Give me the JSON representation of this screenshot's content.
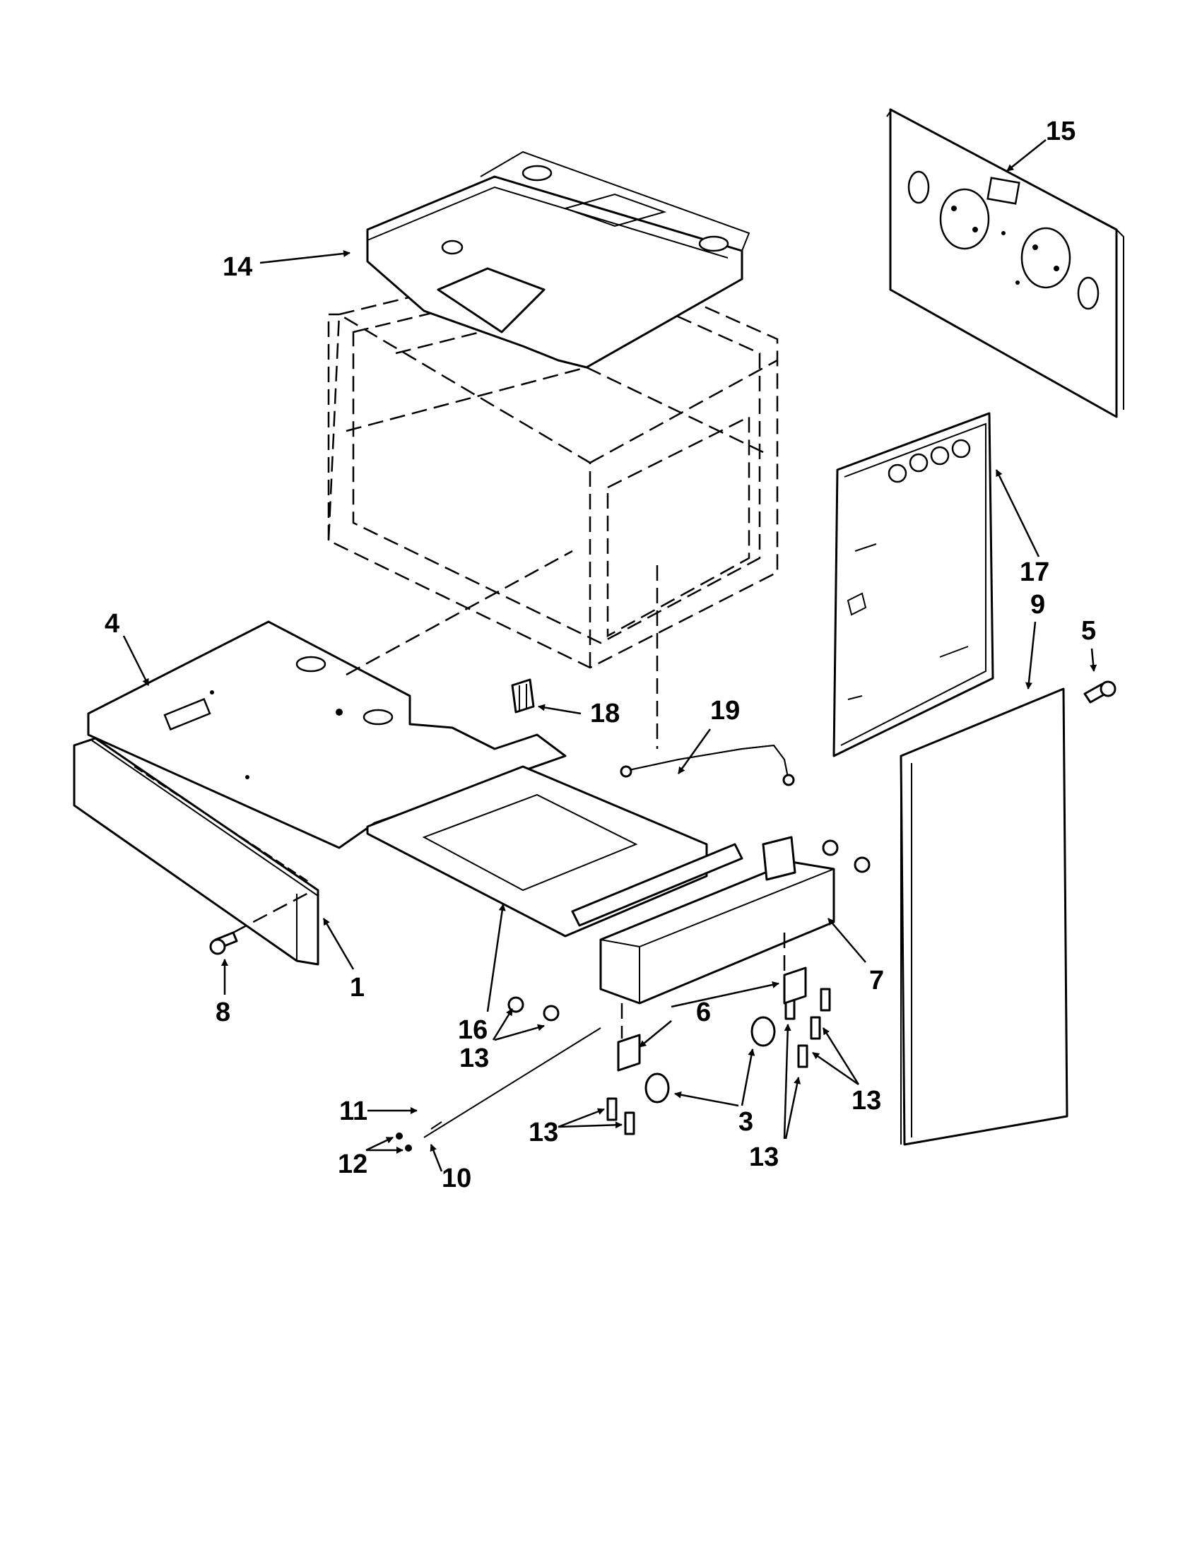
{
  "callouts": {
    "c1": "1",
    "c3a": "3",
    "c4": "4",
    "c5": "5",
    "c6": "6",
    "c7": "7",
    "c8": "8",
    "c9": "9",
    "c10": "10",
    "c11": "11",
    "c12": "12",
    "c13a": "13",
    "c13b": "13",
    "c13c": "13",
    "c13d": "13",
    "c14": "14",
    "c15": "15",
    "c16": "16",
    "c17": "17",
    "c18": "18",
    "c19": "19"
  }
}
